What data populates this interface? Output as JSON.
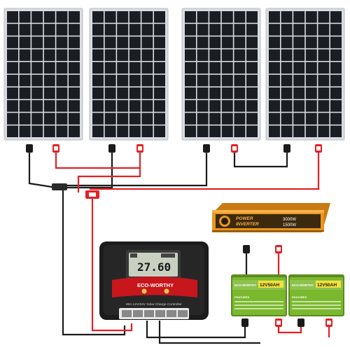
{
  "image": {
    "panel_count": 4,
    "colors": {
      "panel_frame": "#d9dde2",
      "panel_cell": "#1a1d22",
      "wire_red": "#e32025",
      "wire_black": "#1b1b1b",
      "inverter_body": "#e8961e",
      "battery_body": "#7ab82e",
      "controller_body": "#1c1c1c",
      "controller_accent": "#c8161d"
    },
    "controller": {
      "lcd_value": "27.60",
      "brand": "ECO-WORTHY",
      "model": "60A 12V/24V Solar Charge Controller"
    },
    "inverter": {
      "label_line1": "POWER",
      "label_line2": "INVERTER",
      "rating_line1": "3000W",
      "rating_line2": "1500W"
    },
    "batteries": [
      {
        "brand": "ECO-WORTHY",
        "rating": "12V50AH",
        "features_label": "FEATURES"
      },
      {
        "brand": "ECO-WORTHY",
        "rating": "12V50AH",
        "features_label": "FEATURES"
      }
    ]
  }
}
